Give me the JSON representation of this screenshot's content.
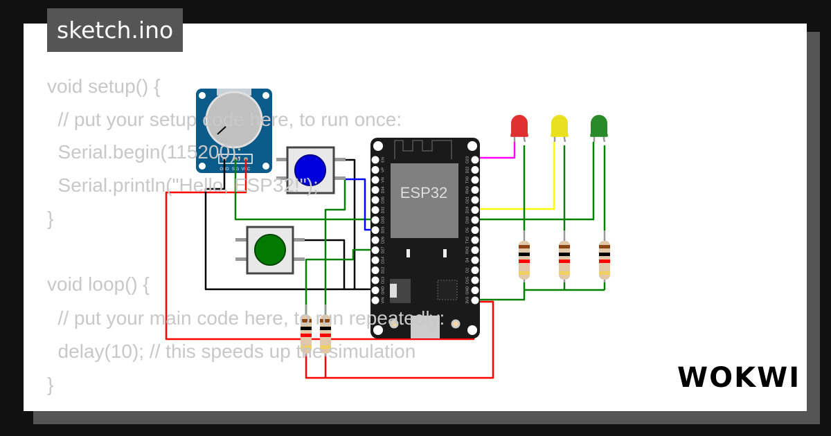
{
  "title": "sketch.ino",
  "code": [
    "void setup() {",
    "  // put your setup code here, to run once:",
    "  Serial.begin(115200);",
    "  Serial.println(\"Hello, ESP32!\");",
    "}",
    "",
    "void loop() {",
    "  // put your main code here, to run repeatedly:",
    "  delay(10); // this speeds up the simulation",
    "}"
  ],
  "esp32": {
    "chip_label": "ESP32",
    "left_pins": [
      "EN",
      "VP",
      "VN",
      "D34",
      "D35",
      "D32",
      "D33",
      "D25",
      "D26",
      "D27",
      "D14",
      "D12",
      "D13",
      "GND",
      "VIN"
    ],
    "right_pins": [
      "D23",
      "D22",
      "TX0",
      "RX0",
      "D21",
      "D19",
      "D18",
      "D5",
      "TX2",
      "RX2",
      "D4",
      "D2",
      "D15",
      "GND",
      "3V3"
    ]
  },
  "potentiometer": {
    "pins": [
      "GND",
      "SIG",
      "VCC"
    ]
  },
  "buttons": [
    {
      "color": "#0000dd"
    },
    {
      "color": "#007a00"
    }
  ],
  "leds": [
    {
      "color": "#e03030"
    },
    {
      "color": "#e8e020"
    },
    {
      "color": "#2a8a2a"
    }
  ],
  "wire_colors": {
    "power": "#ff0000",
    "ground": "#000000",
    "signal": "#008000",
    "blue": "#0000ff",
    "yellow": "#ffff00",
    "magenta": "#ff00ff"
  },
  "logo": "WOKWI"
}
